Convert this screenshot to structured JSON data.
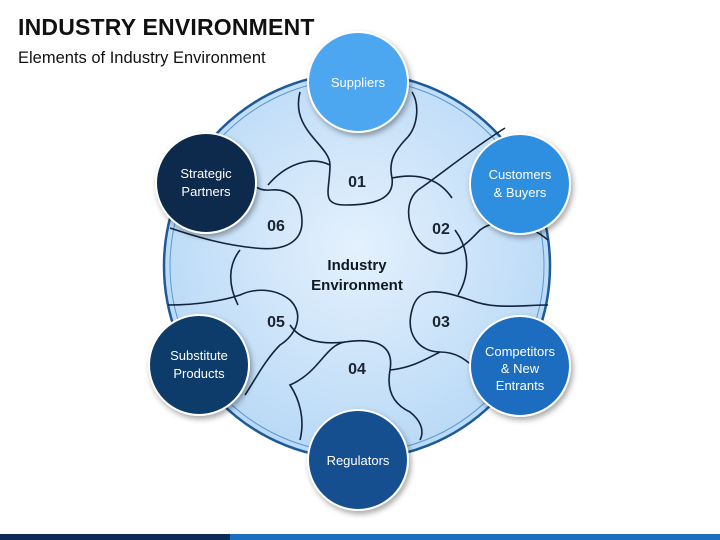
{
  "header": {
    "title": "INDUSTRY ENVIRONMENT",
    "subtitle": "Elements of Industry Environment"
  },
  "center": {
    "line1": "Industry",
    "line2": "Environment"
  },
  "segments": [
    "01",
    "02",
    "03",
    "04",
    "05",
    "06"
  ],
  "nodes": [
    {
      "lines": [
        "Suppliers"
      ],
      "color": "#4da6f0"
    },
    {
      "lines": [
        "Customers",
        "& Buyers"
      ],
      "color": "#2f8fe0"
    },
    {
      "lines": [
        "Competitors",
        "& New",
        "Entrants"
      ],
      "color": "#1c6cc0"
    },
    {
      "lines": [
        "Regulators"
      ],
      "color": "#174f8f"
    },
    {
      "lines": [
        "Substitute",
        "Products"
      ],
      "color": "#103b6b"
    },
    {
      "lines": [
        "Strategic",
        "Partners"
      ],
      "color": "#0d2c4e"
    }
  ],
  "colors": {
    "disc_fill": "#cfe6fb",
    "disc_stroke": "#1c5a9a",
    "piece_stroke": "#13233a"
  }
}
